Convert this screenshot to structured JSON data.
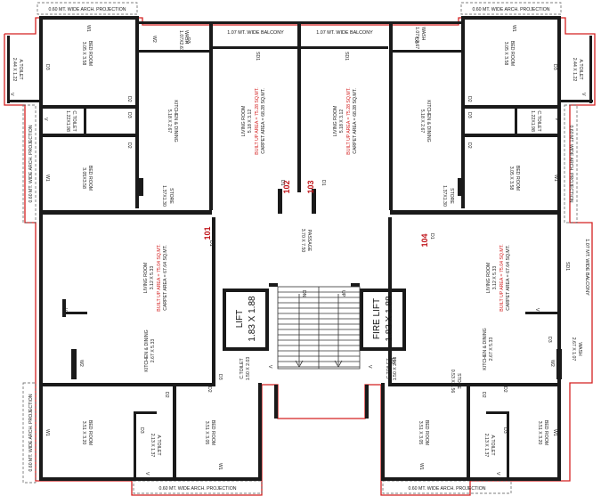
{
  "projections": {
    "top_left": "0.60 MT. WIDE ARCH. PROJECTION",
    "top_right": "0.60 MT. WIDE ARCH. PROJECTION",
    "left_upper": "0.60 MT. WIDE ARCH. PROJECTION",
    "right_upper": "0.60 MT. WIDE ARCH. PROJECTION",
    "left_lower": "0.60 MT. WIDE ARCH. PROJECTION",
    "bottom_left": "0.60 MT. WIDE ARCH. PROJECTION",
    "bottom_right": "0.60 MT. WIDE ARCH. PROJECTION"
  },
  "balconies": {
    "top_left": "1.07 MT. WIDE BALCONY",
    "top_right": "1.07 MT. WIDE BALCONY",
    "right": "1.07 MT. WIDE BALCONY"
  },
  "flats": {
    "f102": {
      "number": "102",
      "bed_top": {
        "name": "BED ROOM",
        "size": "3.05 X 3.58"
      },
      "toilet_a": {
        "name": "A.TOILET",
        "size": "2.44 X 1.22"
      },
      "toilet_c": {
        "name": "C.TOILET",
        "size": "1.22X1.98"
      },
      "bed_mid": {
        "name": "BED ROOM",
        "size": "3.05X3.58"
      },
      "kitchen": {
        "name": "KITCHEN & DINING",
        "size": "5.18 X 2.67"
      },
      "wash": {
        "name": "WASH",
        "size": "1.07X2.67"
      },
      "store": {
        "name": "STORE",
        "size": "1.37X1.30"
      },
      "living": {
        "name": "LIVING ROOM",
        "size": "5.18 X 3.12",
        "built_up": "BUILT UP AREA = 75.28 SQ.MT.",
        "carpet": "CARPET AREA = 68.28 SQ.MT."
      }
    },
    "f103": {
      "number": "103",
      "bed_top": {
        "name": "BED ROOM",
        "size": "3.05 X 3.58"
      },
      "toilet_a": {
        "name": "A.TOILET",
        "size": "2.44 X 1.22"
      },
      "toilet_c": {
        "name": "C.TOILET",
        "size": "1.22X1.98"
      },
      "bed_mid": {
        "name": "BED ROOM",
        "size": "3.05 X 3.58"
      },
      "kitchen": {
        "name": "KITCHEN & DINING",
        "size": "5.18 X 2.67"
      },
      "wash": {
        "name": "WASH",
        "size": "1.07X 2.67"
      },
      "store": {
        "name": "STORE",
        "size": "1.37X1.30"
      },
      "living": {
        "name": "LIVING ROOM",
        "size": "5.18 X 3.12",
        "built_up": "BUILT UP AREA = 75.28 SQ.MT.",
        "carpet": "CARPET AREA = 68.28 SQ.MT."
      }
    },
    "f101": {
      "number": "101",
      "living": {
        "name": "LIVING ROOM",
        "size": "3.12 X 5.33",
        "built_up": "BUILT UP AREA = 75.04 SQ.MT.",
        "carpet": "CARPET AREA = 67.64 SQ.MT."
      },
      "kitchen": {
        "name": "KITCHEN & DINING",
        "size": "2.67 X 5.33"
      },
      "toilet_c": {
        "name": "C.TOILET",
        "size": "1.50 X 2.03"
      },
      "bed_left": {
        "name": "BED ROOM",
        "size": "3.51 X 3.20"
      },
      "toilet_a": {
        "name": "A.TOILET",
        "size": "2.13 X 1.37"
      },
      "bed_right": {
        "name": "BED ROOM",
        "size": "3.51 X 3.05"
      }
    },
    "f104": {
      "number": "104",
      "living": {
        "name": "LIVING ROOM",
        "size": "3.12 X 5.33",
        "built_up": "BUILT UP AREA = 75.04 SQ.MT.",
        "carpet": "CARPET AREA = 67.64 SQ.MT."
      },
      "kitchen": {
        "name": "KITCHEN & DINING",
        "size": "2.67 X 5.33"
      },
      "wash": {
        "name": "WASH",
        "size": "2.67 X 1.07"
      },
      "toilet_c": {
        "name": "C.TOILET",
        "size": "1.50 X 2.03"
      },
      "store": {
        "name": "STORE",
        "size": "0.53 X 1.56"
      },
      "bed_left": {
        "name": "BED ROOM",
        "size": "3.51 X 3.05"
      },
      "toilet_a": {
        "name": "A.TOILET",
        "size": "2.13 X 1.37"
      },
      "bed_right": {
        "name": "BED ROOM",
        "size": "3.51 X 3.20"
      }
    }
  },
  "common": {
    "passage": {
      "name": "PASSAGE",
      "size": "3.70 X 7.50"
    },
    "lift": {
      "name": "LIFT",
      "size": "1.83 X 1.88"
    },
    "fire_lift": {
      "name": "FIRE LIFT",
      "size": "1.83 X 1.88"
    },
    "stair_dn": "DN",
    "stair_up": "UP"
  },
  "tags": {
    "w1": "W1",
    "w2": "W2",
    "d1": "D1",
    "d2": "D2",
    "d3": "D3",
    "v": "V",
    "sd1": "SD1"
  }
}
